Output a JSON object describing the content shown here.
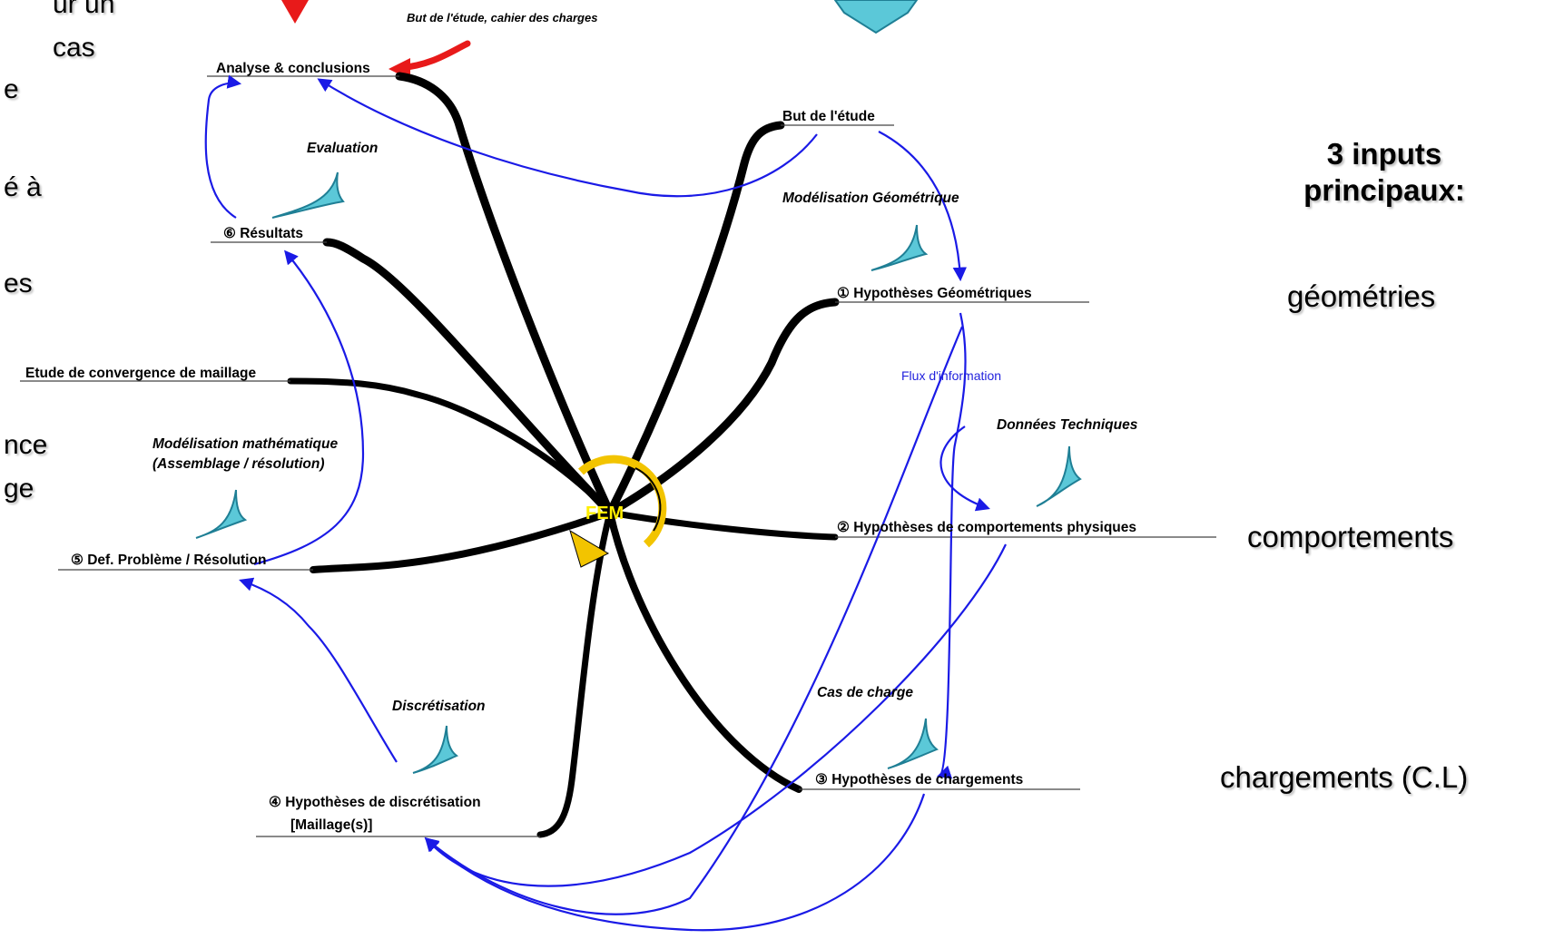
{
  "diagram": {
    "center_label": "FEM",
    "top_label": "But de l'étude, cahier des charges",
    "nodes": {
      "analyse": "Analyse & conclusions",
      "but": "But de l'étude",
      "resultats": "⑥ Résultats",
      "hyp_geo": "① Hypothèses Géométriques",
      "convergence": "Etude de convergence de maillage",
      "def_probleme": "⑤ Def. Problème / Résolution",
      "hyp_comport": "② Hypothèses de comportements physiques",
      "hyp_charg": "③ Hypothèses de chargements",
      "hyp_discret_line1": "④ Hypothèses de discrétisation",
      "hyp_discret_line2": "[Maillage(s)]"
    },
    "phases": {
      "evaluation": "Evaluation",
      "modelisation_geo": "Modélisation Géométrique",
      "modelisation_math_line1": "Modélisation mathématique",
      "modelisation_math_line2": "(Assemblage / résolution)",
      "donnees_techniques": "Données Techniques",
      "cas_de_charge": "Cas de charge",
      "discretisation": "Discrétisation"
    },
    "flux_label": "Flux d'information"
  },
  "side_panel": {
    "heading_line1": "3 inputs",
    "heading_line2": "principaux:",
    "items": [
      "géométries",
      "comportements",
      "chargements (C.L)"
    ]
  },
  "left_fragments": [
    "ur un",
    "cas",
    "e",
    "é à",
    "es",
    "nce",
    "ge"
  ],
  "colors": {
    "link_blue": "#1a1ae6",
    "arrow_cyan": "#5bc8d8",
    "red_arrow": "#e81a1a",
    "fem_ring": "#f2c400"
  }
}
